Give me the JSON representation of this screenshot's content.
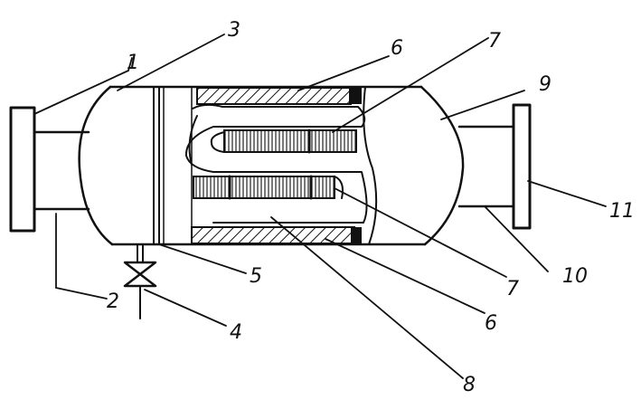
{
  "labels": {
    "l1": "1",
    "l2": "2",
    "l3": "3",
    "l4": "4",
    "l5": "5",
    "l6a": "6",
    "l6b": "6",
    "l7a": "7",
    "l7b": "7",
    "l8": "8",
    "l9": "9",
    "l10": "10",
    "l11": "11"
  }
}
